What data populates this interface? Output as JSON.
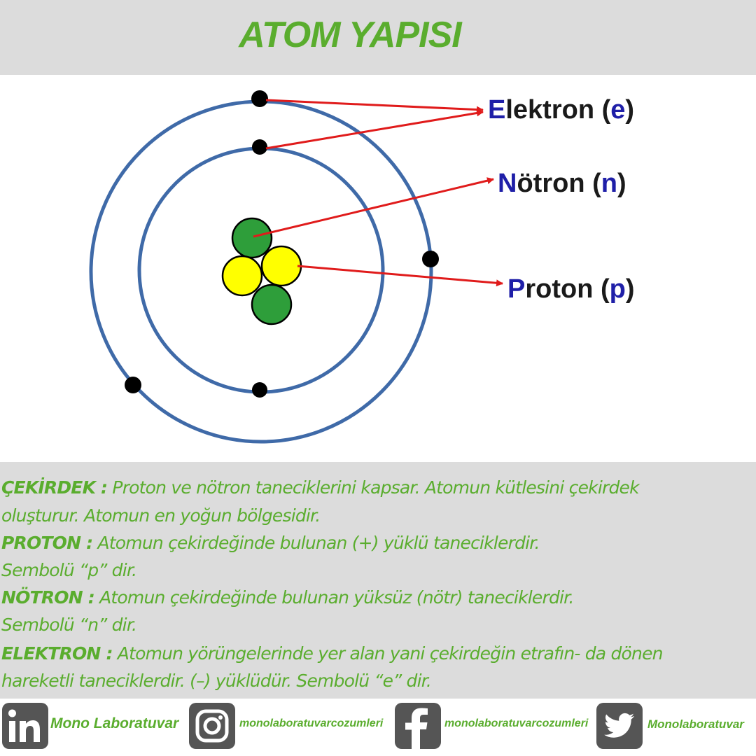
{
  "title": "ATOM YAPISI",
  "labels": {
    "electron": {
      "initial": "E",
      "rest": "lektron (",
      "symbol": "e",
      "close": ")"
    },
    "neutron": {
      "initial": "N",
      "rest": "ötron (",
      "symbol": "n",
      "close": ")"
    },
    "proton": {
      "initial": "P",
      "rest": "roton (",
      "symbol": "p",
      "close": ")"
    }
  },
  "description": {
    "cekirdek_term": "ÇEKİRDEK :",
    "cekirdek_line1": " Proton ve nötron taneciklerini kapsar. Atomun kütlesini çekirdek",
    "cekirdek_line2": "oluşturur. Atomun en yoğun bölgesidir.",
    "proton_term": "PROTON :",
    "proton_line1": " Atomun çekirdeğinde bulunan (+) yüklü taneciklerdir.",
    "proton_line2": " Sembolü “p” dir.",
    "notron_term": "NÖTRON :",
    "notron_line1": " Atomun çekirdeğinde bulunan yüksüz (nötr) taneciklerdir.",
    "notron_line2": "Sembolü “n” dir.",
    "elektron_term": "ELEKTRON :",
    "elektron_line1": " Atomun yörüngelerinde yer alan yani çekirdeğin etrafın- da dönen",
    "elektron_line2": "hareketli taneciklerdir. (–) yüklüdür. Sembolü “e” dir."
  },
  "social": {
    "linkedin": "Mono Laboratuvar",
    "instagram": "monolaboratuvarcozumleri",
    "facebook": "monolaboratuvarcozumleri",
    "twitter": "Monolaboratuvar"
  },
  "colors": {
    "accent_green": "#5aad2e",
    "orbit_blue": "#3f6aa8",
    "arrow_red": "#e01b1b",
    "proton_yellow": "#ffff00",
    "neutron_green": "#2e9e3a",
    "label_blue": "#1f1fa8"
  },
  "icons": [
    "linkedin-icon",
    "instagram-icon",
    "facebook-icon",
    "twitter-icon"
  ]
}
